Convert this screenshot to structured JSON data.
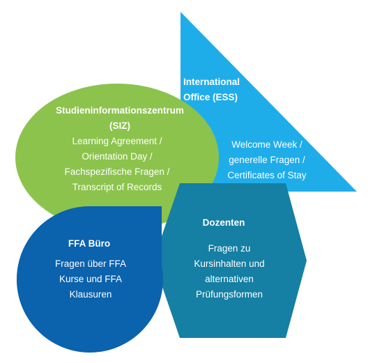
{
  "nodes": {
    "international_office": {
      "title_lines": [
        "International",
        "Office (ESS)"
      ],
      "body_lines": [
        "Welcome Week /",
        "generelle Fragen /",
        "Certificates of Stay"
      ],
      "color": "#1fadea"
    },
    "siz": {
      "title_lines": [
        "Studieninformationszentrum",
        "(SIZ)"
      ],
      "body_lines": [
        "Learning Agreement /",
        "Orientation Day /",
        "Fachspezifische Fragen /",
        "Transcript of Records"
      ],
      "color": "#8cc34d"
    },
    "dozenten": {
      "title_lines": [
        "Dozenten"
      ],
      "body_lines": [
        "Fragen zu",
        "Kursinhalten und",
        "alternativen",
        "Prüfungsformen"
      ],
      "color": "#157fa4"
    },
    "ffa_buero": {
      "title_lines": [
        "FFA Büro"
      ],
      "body_lines": [
        "Fragen über FFA",
        "Kurse und FFA",
        "Klausuren"
      ],
      "color": "#0b62ad"
    }
  }
}
